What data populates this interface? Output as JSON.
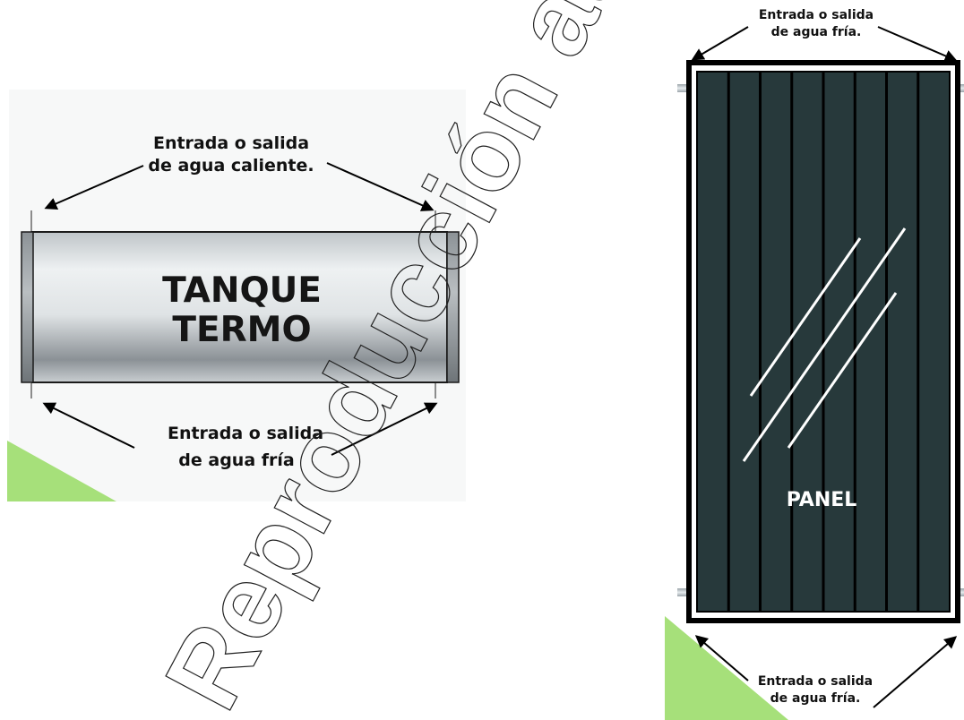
{
  "tank": {
    "name": "TANQUE",
    "name_line2": "TERMO",
    "hot_label_1": "Entrada o salida",
    "hot_label_2": "de agua caliente.",
    "cold_label_1": "Entrada o salida",
    "cold_label_2": "de agua fría"
  },
  "panel": {
    "name": "PANEL",
    "top_label_1": "Entrada o salida",
    "top_label_2": "de agua fría.",
    "bottom_label_1": "Entrada o salida",
    "bottom_label_2": "de agua fría."
  },
  "watermark": "Reproducción autorizada",
  "colors": {
    "panel_fill": "#27393b",
    "panel_border": "#000000",
    "green_wedge": "#a6e07a",
    "tank_light": "#eef1f2",
    "tank_dark": "#8b9196",
    "arrow": "#000000"
  }
}
